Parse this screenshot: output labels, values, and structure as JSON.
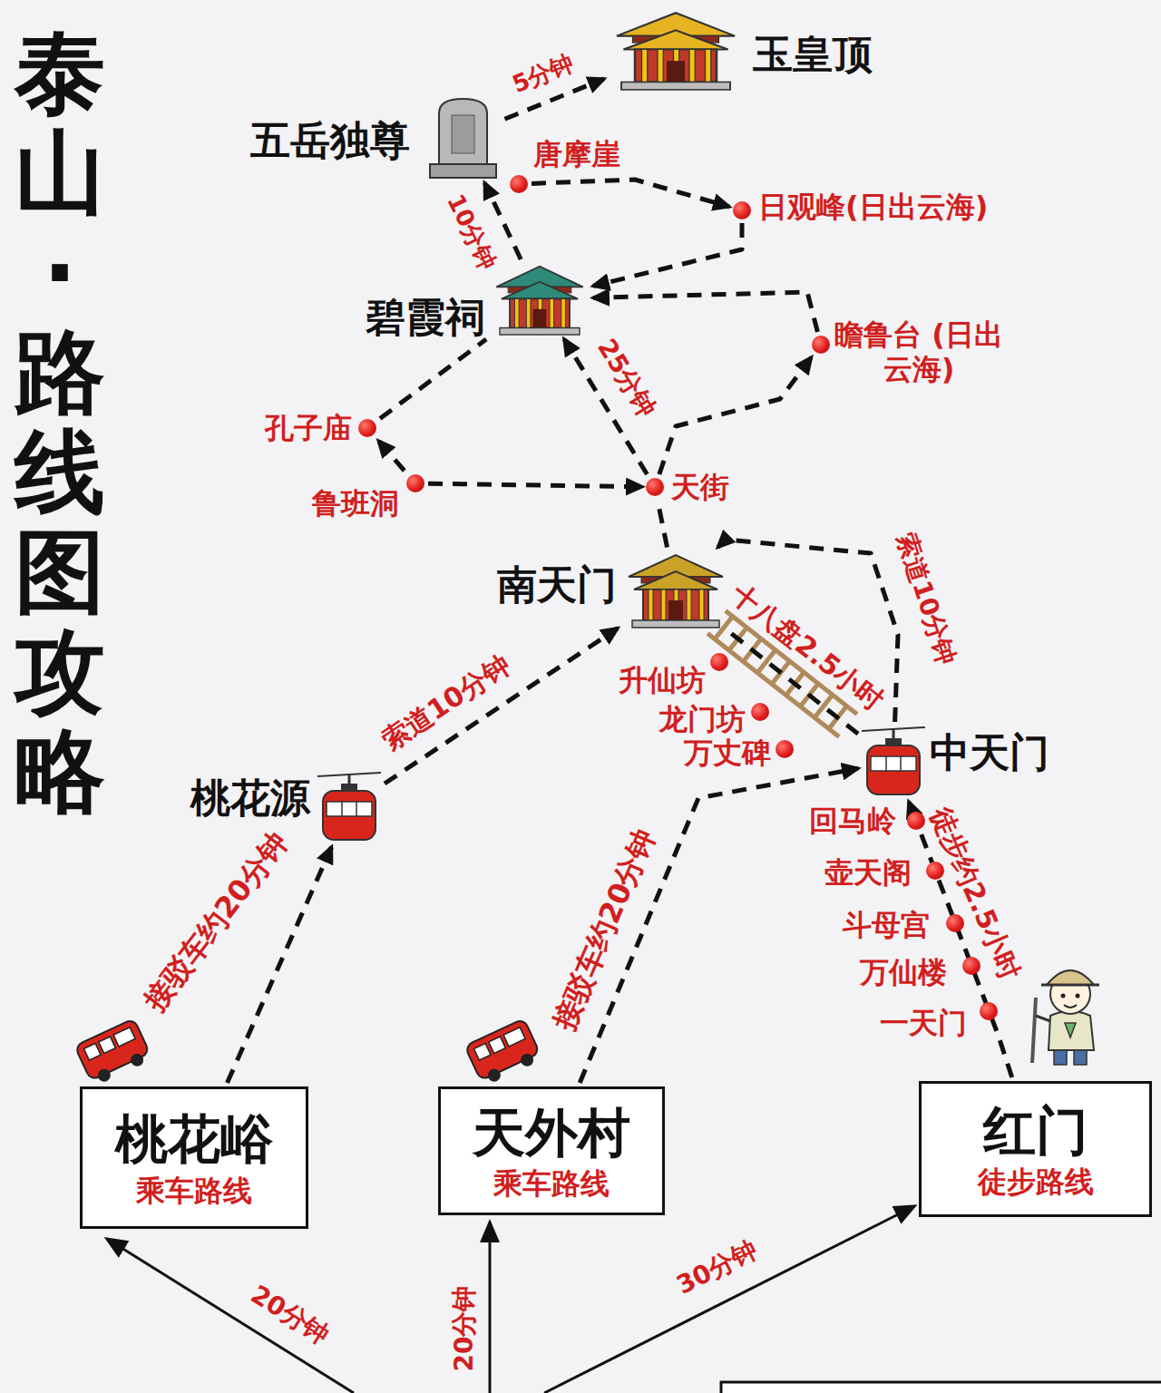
{
  "diagram": {
    "title": "泰山·路线图攻略",
    "nodes": [
      {
        "text": [
          "玉皇顶"
        ]
      },
      {
        "text": [
          "五岳独尊"
        ]
      },
      {
        "text": [
          "唐摩崖"
        ]
      },
      {
        "text": [
          "日观峰(日出云海)"
        ]
      },
      {
        "text": [
          "碧霞祠"
        ]
      },
      {
        "text": [
          "瞻鲁台 (日出云海)"
        ]
      },
      {
        "text": [
          "孔子庙"
        ]
      },
      {
        "text": [
          "鲁班洞"
        ]
      },
      {
        "text": [
          "天街"
        ]
      },
      {
        "text": [
          "南天门"
        ]
      },
      {
        "text": [
          "升仙坊"
        ]
      },
      {
        "text": [
          "龙门坊"
        ]
      },
      {
        "text": [
          "万丈碑"
        ]
      },
      {
        "text": [
          "桃花源"
        ]
      },
      {
        "text": [
          "中天门"
        ]
      },
      {
        "text": [
          "回马岭"
        ]
      },
      {
        "text": [
          "壶天阁"
        ]
      },
      {
        "text": [
          "斗母宫"
        ]
      },
      {
        "text": [
          "万仙楼"
        ]
      },
      {
        "text": [
          "一天门"
        ]
      },
      {
        "text": [
          "桃花峪",
          "乘车路线"
        ]
      },
      {
        "text": [
          "天外村",
          "乘车路线"
        ]
      },
      {
        "text": [
          "红门",
          "徒步路线"
        ]
      }
    ],
    "edges": [
      {
        "from": 1,
        "to": 0,
        "label": "5分钟",
        "arrow": "to"
      },
      {
        "from": 4,
        "to": 1,
        "label": "10分钟",
        "arrow": "to"
      },
      {
        "from": 2,
        "to": 3,
        "arrow": "to"
      },
      {
        "from": 3,
        "to": 4,
        "arrow": "to"
      },
      {
        "from": 5,
        "to": 4,
        "arrow": "to"
      },
      {
        "from": 8,
        "to": 5,
        "arrow": "to"
      },
      {
        "from": 8,
        "to": 4,
        "label": "25分钟",
        "arrow": "to"
      },
      {
        "from": 7,
        "to": 8,
        "arrow": "to"
      },
      {
        "from": 7,
        "to": 6,
        "arrow": "to"
      },
      {
        "from": 6,
        "to": 4,
        "arrow": "none"
      },
      {
        "from": 9,
        "to": 8,
        "arrow": "none"
      },
      {
        "from": 20,
        "to": 13,
        "label": "接驳车约20分钟",
        "arrow": "to"
      },
      {
        "from": 13,
        "to": 9,
        "label": "索道10分钟",
        "arrow": "to"
      },
      {
        "from": 21,
        "to": 14,
        "label": "接驳车约20分钟",
        "arrow": "to"
      },
      {
        "from": 14,
        "to": 9,
        "label": "十八盘2.5小时",
        "arrow": "none"
      },
      {
        "from": 14,
        "to": 9,
        "label": "索道10分钟",
        "arrow": "to"
      },
      {
        "from": 22,
        "to": 14,
        "label": "徒步约2.5小时",
        "arrow": "to"
      }
    ],
    "labels": [
      "20分钟",
      "20分钟",
      "30分钟"
    ]
  }
}
